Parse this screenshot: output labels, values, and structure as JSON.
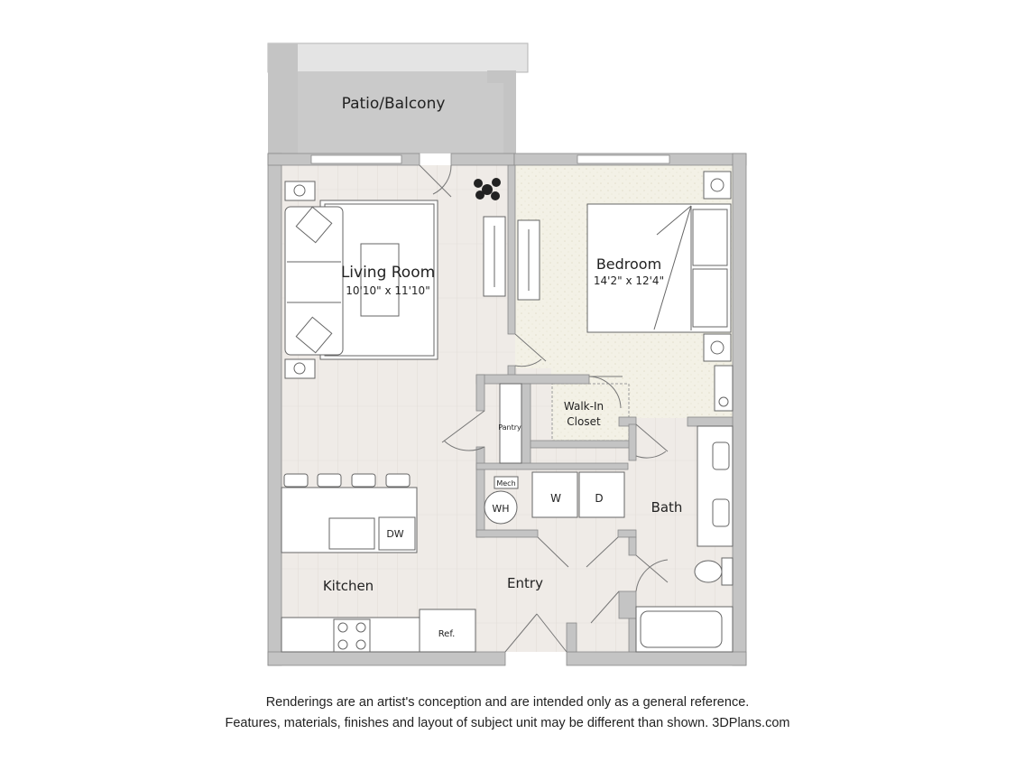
{
  "rooms": {
    "patio": "Patio/Balcony",
    "living_room": "Living Room",
    "living_room_size": "10'10\" x 11'10\"",
    "bedroom": "Bedroom",
    "bedroom_size": "14'2\" x 12'4\"",
    "walk_in_closet_line1": "Walk-In",
    "walk_in_closet_line2": "Closet",
    "pantry": "Pantry",
    "mech": "Mech",
    "water_heater": "WH",
    "washer": "W",
    "dryer": "D",
    "bath": "Bath",
    "kitchen": "Kitchen",
    "dishwasher": "DW",
    "entry": "Entry",
    "refrigerator": "Ref."
  },
  "disclaimer": {
    "line1": "Renderings are an artist's conception and are intended only as a general reference.",
    "line2": "Features, materials, finishes and layout of subject unit may be different than shown. 3DPlans.com"
  },
  "colors": {
    "wall": "#c4c4c4",
    "wood_floor": "#efebe7",
    "carpet": "#f2f0e3",
    "patio": "#cacaca"
  }
}
